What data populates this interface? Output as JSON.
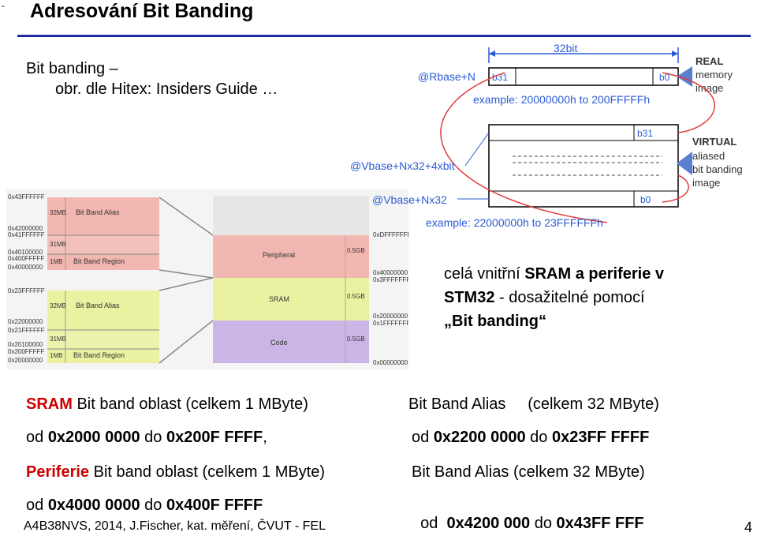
{
  "slide": {
    "title": "Adresování Bit Banding",
    "corner_mark": "-",
    "subtitle_line1": "Bit banding –",
    "subtitle_line2": "obr. dle Hitex: Insiders Guide …",
    "footer": "A4B38NVS, 2014, J.Fischer, kat. měření, ČVUT - FEL",
    "page_number": "4"
  },
  "description": {
    "l1a": "celá vnitřní ",
    "l1b": "SRAM a periferie v",
    "l2a": "STM32",
    "l2b": "  - dosažitelné pomocí",
    "l3": "„Bit banding“"
  },
  "rows": {
    "r1_red": "SRAM",
    "r1_rest": " Bit band oblast (celkem 1 MByte)",
    "r1_right": "Bit Band Alias     (celkem 32 MByte)",
    "r2_a": "od ",
    "r2_b": "0x2000 0000",
    "r2_c": " do ",
    "r2_d": "0x200F FFFF",
    "r2_e": ",",
    "r2_ra": "od ",
    "r2_rb": "0x2200 0000",
    "r2_rc": " do ",
    "r2_rd": "0x23FF FFFF",
    "r3_red": "Periferie",
    "r3_rest": " Bit band oblast (celkem 1 MByte)",
    "r3_right": "Bit Band Alias (celkem 32 MByte)",
    "r4_a": "od ",
    "r4_b": "0x4000 0000",
    "r4_c": " do ",
    "r4_d": "0x400F FFFF",
    "r4_ra": "od  ",
    "r4_rb": "0x4200 000",
    "r4_rc": " do ",
    "r4_rd": "0x43FF FFF"
  },
  "memmap": {
    "left_addrs": [
      "0x43FFFFFF",
      "0x42000000",
      "0x41FFFFFF",
      "0x40100000",
      "0x400FFFFF",
      "0x40000000",
      "0x23FFFFFF",
      "0x22000000",
      "0x21FFFFFF",
      "0x20100000",
      "0x200FFFFF",
      "0x20000000"
    ],
    "left_regions": [
      "32MB",
      "Bit Band Alias",
      "31MB",
      "1MB",
      "Bit Band Region",
      "32MB",
      "Bit Band Alias",
      "31MB",
      "1MB",
      "Bit Band Region"
    ],
    "middle_regions": [
      "Peripheral",
      "SRAM",
      "Code"
    ],
    "middle_sizes": [
      "0.5GB",
      "0.5GB",
      "0.5GB"
    ],
    "right_addrs": [
      "0xDFFFFFFF",
      "0x40000000",
      "0x3FFFFFFF",
      "0x20000000",
      "0x1FFFFFFF",
      "0x00000000"
    ],
    "colors": {
      "pink": "#f2b7b0",
      "yellow": "#eaf1a1",
      "purple": "#cbb5e6",
      "gray": "#ececec"
    }
  },
  "bitband_diagram": {
    "width_label": "32bit",
    "rbase": "@Rbase+N",
    "b31": "b31",
    "b0": "b0",
    "example1": "example: 20000000h to 200FFFFFh",
    "real_lines": [
      "REAL",
      "memory",
      "image"
    ],
    "vbase1": "@Vbase+Nx32+4xbit",
    "vbase2": "@Vbase+Nx32",
    "example2": "example: 22000000h to 23FFFFFFh",
    "virtual_lines": [
      "VIRTUAL",
      "aliased",
      "bit banding",
      "image"
    ],
    "blue": "#2a5bd7",
    "arrow": "#5a7fd0",
    "accent": "#e33b3b"
  }
}
